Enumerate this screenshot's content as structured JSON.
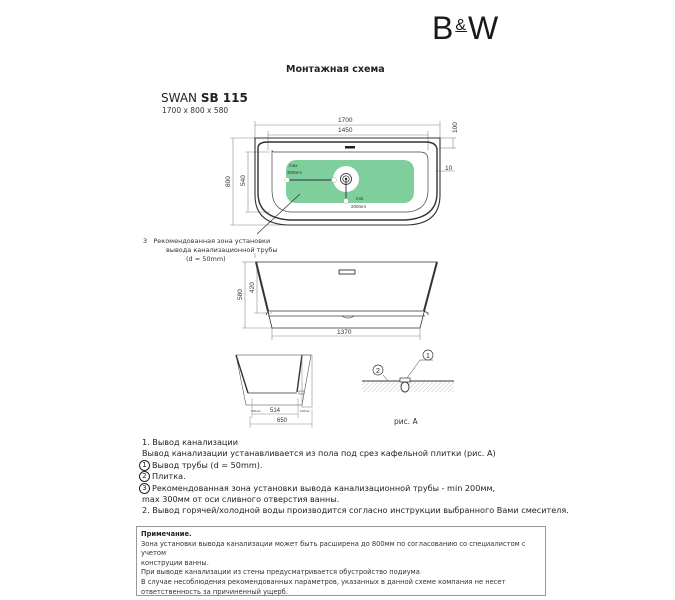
{
  "brand": {
    "left": "B",
    "amp": "&",
    "right": "W"
  },
  "header": {
    "title": "Монтажная схема"
  },
  "product": {
    "series": "SWAN",
    "model": "SB 115",
    "dimensions": "1700 x 800 x 580"
  },
  "top_view": {
    "dims": {
      "overall_length": "1700",
      "inner_length": "1450",
      "overall_width": "800",
      "inner_width": "540",
      "back_rim": "100",
      "wall_gap": "10"
    },
    "zone": {
      "max_label": "max",
      "max_value": "300mm",
      "min_label": "min.",
      "min_value": "200mm",
      "color": "#7fcf9c"
    }
  },
  "zone_callout": {
    "number": "3",
    "line1": "Рекомендованная зона установки",
    "line2": "вывода канализационной трубы",
    "line3": "(d = 50mm)"
  },
  "side_view": {
    "dims": {
      "height": "580",
      "inner_height": "420",
      "bottom_length": "1370"
    }
  },
  "end_view": {
    "dims": {
      "inner_bottom": "514",
      "overall": "650",
      "left_tag": "100mm",
      "right_tag": "100mm"
    }
  },
  "figure_a": {
    "label": "рис. А",
    "marker1": "1",
    "marker2": "2"
  },
  "notes": {
    "item1_title": "1. Вывод канализации",
    "item1_text": "Вывод канализации устанавливается из пола под срез кафельной плитки (рис. А)",
    "sub1": {
      "num": "1",
      "text": "Вывод трубы (d = 50mm)."
    },
    "sub2": {
      "num": "2",
      "text": "Плитка."
    },
    "sub3": {
      "num": "3",
      "text": "Рекомендованная зона установки вывода канализационной трубы - min 200мм,"
    },
    "sub3_cont": "max 300мм от оси сливного отверстия ванны.",
    "item2": "2. Вывод горячей/холодной воды производится согласно инструкции выбранного Вами смесителя."
  },
  "remark": {
    "heading": "Примечание.",
    "line1": "Зона установки вывода канализации может быть расширена до 800мм по согласованию со специалистом с учетом",
    "line2": "конструции ванны.",
    "line3": "При выводе канализации из стены предусматривается обустройство подиума",
    "line4": "В случае несоблюдения рекомендованных параметров, указанных в данной схеме компания не несет",
    "line5": "ответственность за причиненный ущерб."
  }
}
